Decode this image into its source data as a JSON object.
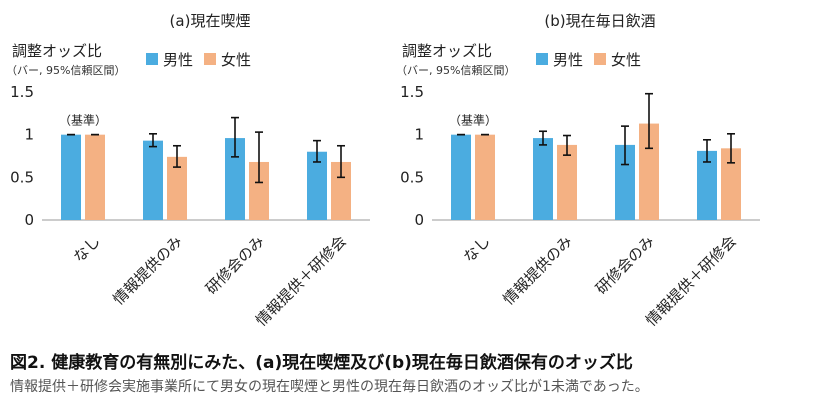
{
  "caption": "図2. 健康教育の有無別にみた、(a)現在喫煙及び(b)現在毎日飲酒保有のオッズ比",
  "note": "情報提供＋研修会実施事業所にて男女の現在喫煙と男性の現在毎日飲酒のオッズ比が1未満であった。",
  "colors": {
    "male": "#4BACE0",
    "female": "#F4B183",
    "axis": "#999999",
    "error": "#111111"
  },
  "chart_data": [
    {
      "type": "bar",
      "title": "(a)現在喫煙",
      "ylabel": "調整オッズ比",
      "ylabel_sub": "（バー, 95%信頼区間）",
      "ylim": [
        0,
        1.5
      ],
      "yticks": [
        "0",
        "0.5",
        "1",
        "1.5"
      ],
      "grid": false,
      "legend": "top-left",
      "annotation": "（基準）",
      "categories": [
        "なし",
        "情報提供のみ",
        "研修会のみ",
        "情報提供＋研修会"
      ],
      "series": [
        {
          "name": "男性",
          "values": [
            1.0,
            0.93,
            0.96,
            0.8
          ],
          "lower": [
            1.0,
            0.86,
            0.74,
            0.68
          ],
          "upper": [
            1.0,
            1.01,
            1.2,
            0.93
          ]
        },
        {
          "name": "女性",
          "values": [
            1.0,
            0.74,
            0.68,
            0.68
          ],
          "lower": [
            1.0,
            0.62,
            0.44,
            0.5
          ],
          "upper": [
            1.0,
            0.87,
            1.03,
            0.87
          ]
        }
      ]
    },
    {
      "type": "bar",
      "title": "(b)現在毎日飲酒",
      "ylabel": "調整オッズ比",
      "ylabel_sub": "（バー, 95%信頼区間）",
      "ylim": [
        0,
        1.5
      ],
      "yticks": [
        "0",
        "0.5",
        "1",
        "1.5"
      ],
      "grid": false,
      "legend": "top-left",
      "annotation": "（基準）",
      "categories": [
        "なし",
        "情報提供のみ",
        "研修会のみ",
        "情報提供＋研修会"
      ],
      "series": [
        {
          "name": "男性",
          "values": [
            1.0,
            0.96,
            0.88,
            0.81
          ],
          "lower": [
            1.0,
            0.88,
            0.65,
            0.68
          ],
          "upper": [
            1.0,
            1.04,
            1.1,
            0.94
          ]
        },
        {
          "name": "女性",
          "values": [
            1.0,
            0.88,
            1.13,
            0.84
          ],
          "lower": [
            1.0,
            0.76,
            0.84,
            0.67
          ],
          "upper": [
            1.0,
            0.99,
            1.48,
            1.01
          ]
        }
      ]
    }
  ]
}
